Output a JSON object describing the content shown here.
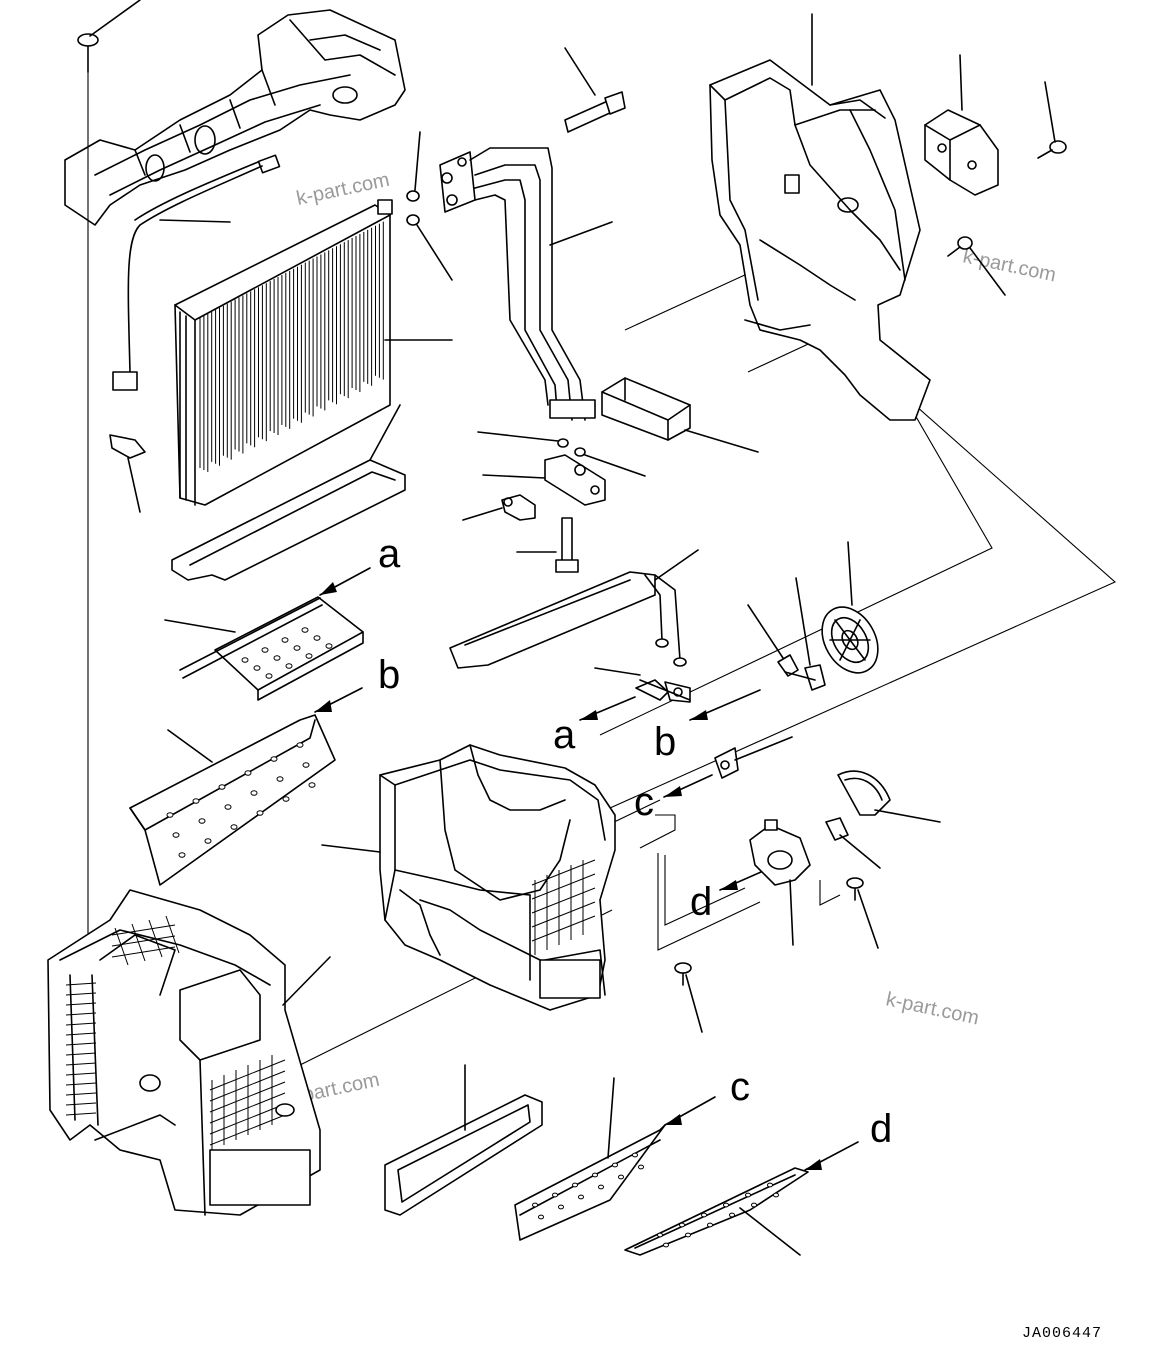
{
  "drawing_code": "JA006447",
  "watermark": "k-part.com",
  "callout_letters": {
    "a": "a",
    "b": "b",
    "c": "c",
    "d": "d"
  },
  "colors": {
    "line": "#000000",
    "background": "#ffffff",
    "watermark": "#9a9a9a"
  }
}
